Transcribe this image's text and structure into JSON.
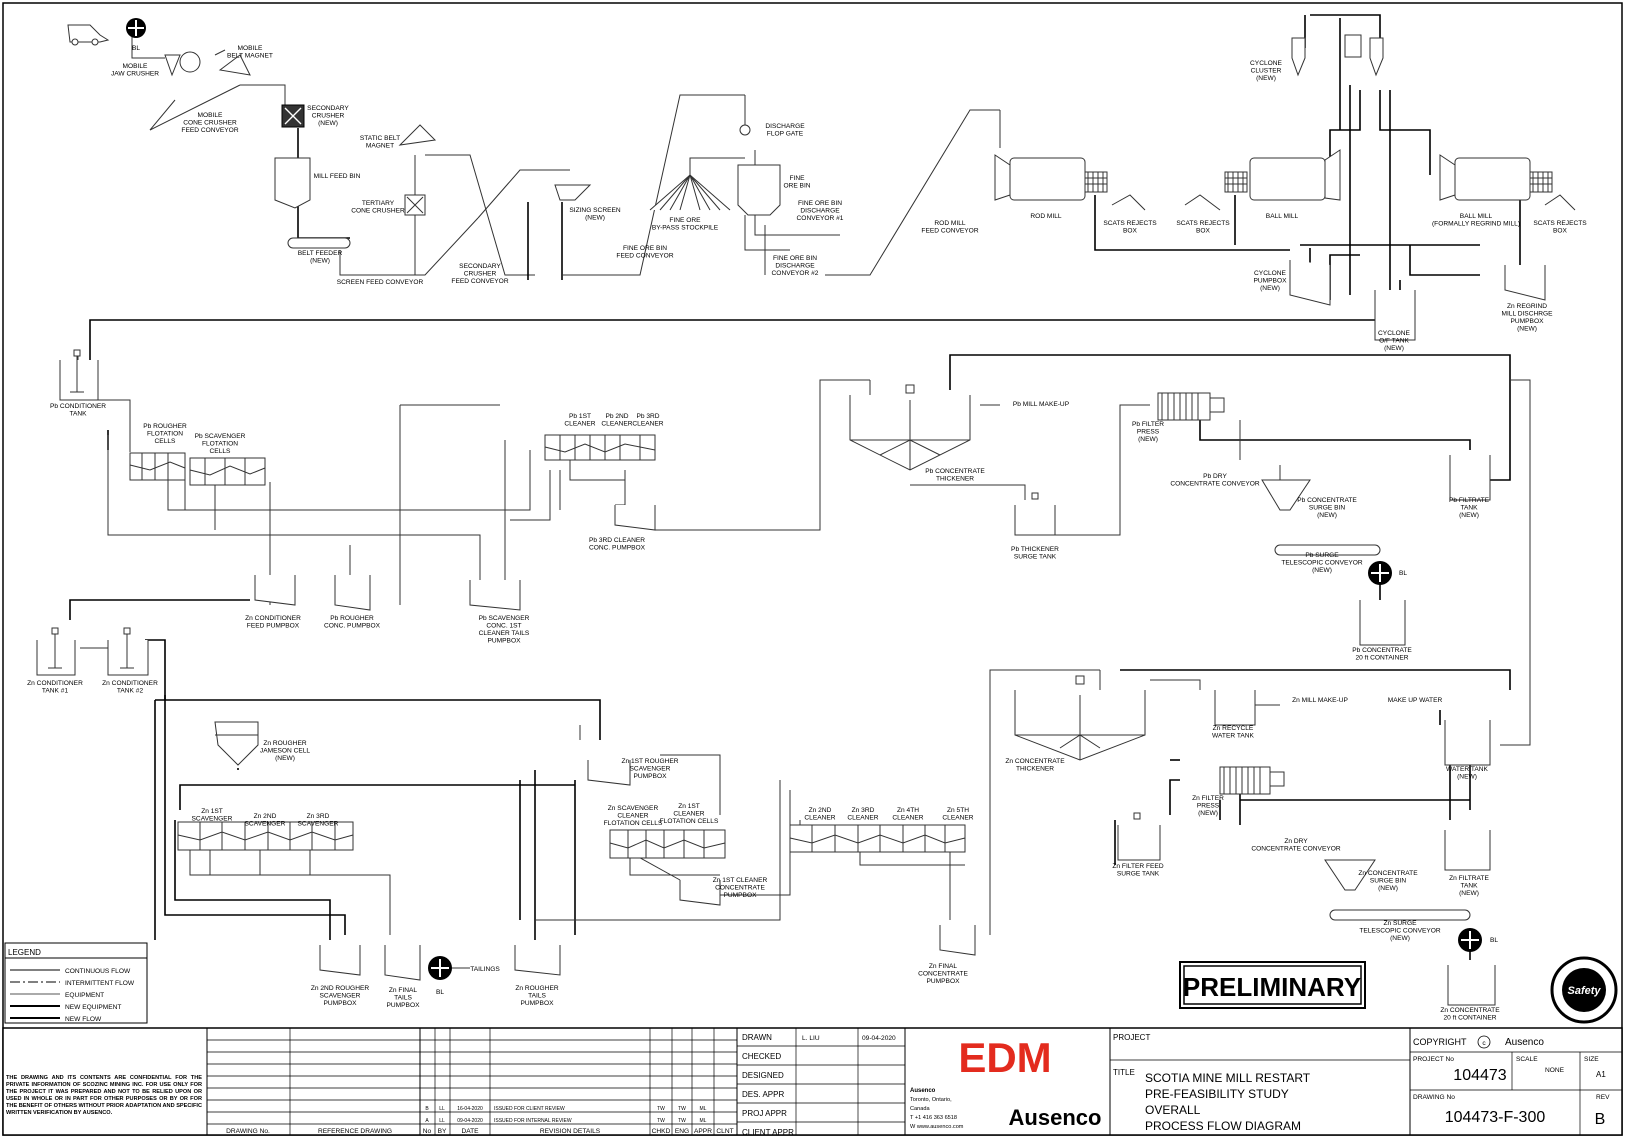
{
  "equipment_labels": [
    {
      "id": "bl1",
      "lines": [
        "BL"
      ]
    },
    {
      "id": "jaw",
      "lines": [
        "MOBILE",
        "JAW CRUSHER"
      ]
    },
    {
      "id": "mbm",
      "lines": [
        "MOBILE",
        "BELT MAGNET"
      ]
    },
    {
      "id": "mccf",
      "lines": [
        "MOBILE",
        "CONE CRUSHER",
        "FEED CONVEYOR"
      ]
    },
    {
      "id": "sec",
      "lines": [
        "SECONDARY",
        "CRUSHER",
        "(NEW)"
      ]
    },
    {
      "id": "sbm",
      "lines": [
        "STATIC BELT",
        "MAGNET"
      ]
    },
    {
      "id": "mfb",
      "lines": [
        "MILL FEED BIN"
      ]
    },
    {
      "id": "tcc",
      "lines": [
        "TERTIARY",
        "CONE CRUSHER"
      ]
    },
    {
      "id": "bf",
      "lines": [
        "BELT FEEDER",
        "(NEW)"
      ]
    },
    {
      "id": "sfc",
      "lines": [
        "SCREEN FEED CONVEYOR"
      ]
    },
    {
      "id": "scfc",
      "lines": [
        "SECONDARY",
        "CRUSHER",
        "FEED CONVEYOR"
      ]
    },
    {
      "id": "ss",
      "lines": [
        "SIZING SCREEN",
        "(NEW)"
      ]
    },
    {
      "id": "fobfc",
      "lines": [
        "FINE ORE BIN",
        "FEED CONVEYOR"
      ]
    },
    {
      "id": "dfg",
      "lines": [
        "DISCHARGE",
        "FLOP GATE"
      ]
    },
    {
      "id": "fobs",
      "lines": [
        "FINE ORE",
        "BY-PASS STOCKPILE"
      ]
    },
    {
      "id": "fob",
      "lines": [
        "FINE",
        "ORE BIN"
      ]
    },
    {
      "id": "fobdc1",
      "lines": [
        "FINE ORE BIN",
        "DISCHARGE",
        "CONVEYOR #1"
      ]
    },
    {
      "id": "fobdc2",
      "lines": [
        "FINE ORE BIN",
        "DISCHARGE",
        "CONVEYOR #2"
      ]
    },
    {
      "id": "rmfc",
      "lines": [
        "ROD MILL",
        "FEED CONVEYOR"
      ]
    },
    {
      "id": "rm",
      "lines": [
        "ROD MILL"
      ]
    },
    {
      "id": "srb1",
      "lines": [
        "SCATS REJECTS",
        "BOX"
      ]
    },
    {
      "id": "srb2",
      "lines": [
        "SCATS REJECTS",
        "BOX"
      ]
    },
    {
      "id": "bm",
      "lines": [
        "BALL MILL"
      ]
    },
    {
      "id": "bm2",
      "lines": [
        "BALL MILL",
        "(FORMALLY REGRIND MILL)"
      ]
    },
    {
      "id": "srb3",
      "lines": [
        "SCATS REJECTS",
        "BOX"
      ]
    },
    {
      "id": "cc",
      "lines": [
        "CYCLONE",
        "CLUSTER",
        "(NEW)"
      ]
    },
    {
      "id": "cpb",
      "lines": [
        "CYCLONE",
        "PUMPBOX",
        "(NEW)"
      ]
    },
    {
      "id": "cof",
      "lines": [
        "CYCLONE",
        "O/F TANK",
        "(NEW)"
      ]
    },
    {
      "id": "znrg",
      "lines": [
        "Zn REGRIND",
        "MILL DISCHRGE",
        "PUMPBOX",
        "(NEW)"
      ]
    },
    {
      "id": "pbct",
      "lines": [
        "Pb CONDITIONER",
        "TANK"
      ]
    },
    {
      "id": "pbrf",
      "lines": [
        "Pb ROUGHER",
        "FLOTATION",
        "CELLS"
      ]
    },
    {
      "id": "pbsf",
      "lines": [
        "Pb SCAVENGER",
        "FLOTATION",
        "CELLS"
      ]
    },
    {
      "id": "pbc1",
      "lines": [
        "Pb 1ST",
        "CLEANER"
      ]
    },
    {
      "id": "pbc2",
      "lines": [
        "Pb 2ND",
        "CLEANER"
      ]
    },
    {
      "id": "pbc3",
      "lines": [
        "Pb 3RD",
        "CLEANER"
      ]
    },
    {
      "id": "pbmm",
      "lines": [
        "Pb MILL MAKE-UP"
      ]
    },
    {
      "id": "pbth",
      "lines": [
        "Pb CONCENTRATE",
        "THICKENER"
      ]
    },
    {
      "id": "pbfp",
      "lines": [
        "Pb FILTER",
        "PRESS",
        "(NEW)"
      ]
    },
    {
      "id": "pbdc",
      "lines": [
        "Pb DRY",
        "CONCENTRATE CONVEYOR"
      ]
    },
    {
      "id": "pbsb",
      "lines": [
        "Pb CONCENTRATE",
        "SURGE BIN",
        "(NEW)"
      ]
    },
    {
      "id": "pbft",
      "lines": [
        "Pb FILTRATE",
        "TANK",
        "(NEW)"
      ]
    },
    {
      "id": "pb3cp",
      "lines": [
        "Pb 3RD CLEANER",
        "CONC. PUMPBOX"
      ]
    },
    {
      "id": "pbtst",
      "lines": [
        "Pb THICKENER",
        "SURGE TANK"
      ]
    },
    {
      "id": "pbstc",
      "lines": [
        "Pb SURGE",
        "TELESCOPIC CONVEYOR",
        "(NEW)"
      ]
    },
    {
      "id": "bl2",
      "lines": [
        "BL"
      ]
    },
    {
      "id": "pbcc",
      "lines": [
        "Pb CONCENTRATE",
        "20 ft CONTAINER"
      ]
    },
    {
      "id": "zncfp",
      "lines": [
        "Zn CONDITIONER",
        "FEED PUMPBOX"
      ]
    },
    {
      "id": "pbrcp",
      "lines": [
        "Pb ROUGHER",
        "CONC. PUMPBOX"
      ]
    },
    {
      "id": "pbsc",
      "lines": [
        "Pb SCAVENGER",
        "CONC. 1ST",
        "CLEANER TAILS",
        "PUMPBOX"
      ]
    },
    {
      "id": "znct1",
      "lines": [
        "Zn CONDITIONER",
        "TANK #1"
      ]
    },
    {
      "id": "znct2",
      "lines": [
        "Zn CONDITIONER",
        "TANK #2"
      ]
    },
    {
      "id": "znrj",
      "lines": [
        "Zn ROUGHER",
        "JAMESON CELL",
        "(NEW)"
      ]
    },
    {
      "id": "zn1rs",
      "lines": [
        "Zn 1ST ROUGHER",
        "SCAVENGER",
        "PUMPBOX"
      ]
    },
    {
      "id": "zn1s",
      "lines": [
        "Zn 1ST",
        "SCAVENGER"
      ]
    },
    {
      "id": "zn2s",
      "lines": [
        "Zn 2ND",
        "SCAVENGER"
      ]
    },
    {
      "id": "zn3s",
      "lines": [
        "Zn 3RD",
        "SCAVENGER"
      ]
    },
    {
      "id": "znscf",
      "lines": [
        "Zn SCAVENGER",
        "CLEANER",
        "FLOTATION CELLS"
      ]
    },
    {
      "id": "zn1cf",
      "lines": [
        "Zn 1ST",
        "CLEANER",
        "FLOTATION CELLS"
      ]
    },
    {
      "id": "zn2c",
      "lines": [
        "Zn 2ND",
        "CLEANER"
      ]
    },
    {
      "id": "zn3c",
      "lines": [
        "Zn 3RD",
        "CLEANER"
      ]
    },
    {
      "id": "zn4c",
      "lines": [
        "Zn 4TH",
        "CLEANER"
      ]
    },
    {
      "id": "zn5c",
      "lines": [
        "Zn 5TH",
        "CLEANER"
      ]
    },
    {
      "id": "zn1ccp",
      "lines": [
        "Zn 1ST CLEANER",
        "CONCENTRATE",
        "PUMPBOX"
      ]
    },
    {
      "id": "znfcp",
      "lines": [
        "Zn FINAL",
        "CONCENTRATE",
        "PUMPBOX"
      ]
    },
    {
      "id": "znth",
      "lines": [
        "Zn CONCENTRATE",
        "THICKENER"
      ]
    },
    {
      "id": "znrwt",
      "lines": [
        "Zn RECYCLE",
        "WATER TANK"
      ]
    },
    {
      "id": "znmm",
      "lines": [
        "Zn MILL MAKE-UP"
      ]
    },
    {
      "id": "muw",
      "lines": [
        "MAKE UP WATER"
      ]
    },
    {
      "id": "wt",
      "lines": [
        "WATER TANK",
        "(NEW)"
      ]
    },
    {
      "id": "znfp",
      "lines": [
        "Zn FILTER",
        "PRESS",
        "(NEW)"
      ]
    },
    {
      "id": "zndc",
      "lines": [
        "Zn DRY",
        "CONCENTRATE CONVEYOR"
      ]
    },
    {
      "id": "znffst",
      "lines": [
        "Zn FILTER FEED",
        "SURGE TANK"
      ]
    },
    {
      "id": "znsb",
      "lines": [
        "Zn CONCENTRATE",
        "SURGE BIN",
        "(NEW)"
      ]
    },
    {
      "id": "znft",
      "lines": [
        "Zn FILTRATE",
        "TANK",
        "(NEW)"
      ]
    },
    {
      "id": "znstc",
      "lines": [
        "Zn SURGE",
        "TELESCOPIC CONVEYOR",
        "(NEW)"
      ]
    },
    {
      "id": "bl3",
      "lines": [
        "BL"
      ]
    },
    {
      "id": "zncc",
      "lines": [
        "Zn CONCENTRATE",
        "20 ft CONTAINER"
      ]
    },
    {
      "id": "zn2rs",
      "lines": [
        "Zn 2ND ROUGHER",
        "SCAVENGER",
        "PUMPBOX"
      ]
    },
    {
      "id": "znftp",
      "lines": [
        "Zn FINAL",
        "TAILS",
        "PUMPBOX"
      ]
    },
    {
      "id": "bl4",
      "lines": [
        "BL"
      ]
    },
    {
      "id": "tails",
      "lines": [
        "TAILINGS"
      ]
    },
    {
      "id": "znrtp",
      "lines": [
        "Zn ROUGHER",
        "TAILS",
        "PUMPBOX"
      ]
    }
  ],
  "legend": {
    "title": "LEGEND",
    "items": [
      "CONTINUOUS FLOW",
      "INTERMITTENT FLOW",
      "EQUIPMENT",
      "NEW EQUIPMENT",
      "NEW FLOW"
    ]
  },
  "stamp": "PRELIMINARY",
  "title_block": {
    "disclaimer": "THE DRAWING AND ITS CONTENTS ARE CONFIDENTIAL FOR THE PRIVATE INFORMATION OF SCOZINC MINING INC. FOR USE ONLY FOR THE PROJECT IT WAS PREPARED AND NOT TO BE RELIED UPON OR USED IN WHOLE OR IN PART FOR OTHER PURPOSES OR BY OR FOR THE BENEFIT OF OTHERS WITHOUT PRIOR ADAPTATION AND SPECIFIC WRITTEN VERIFICATION BY AUSENCO.",
    "ref_headers": [
      "DRAWING No.",
      "REFERENCE DRAWING"
    ],
    "rev_headers": [
      "No",
      "BY",
      "DATE",
      "REVISION DETAILS",
      "CHKD",
      "ENG",
      "APPR",
      "CLNT"
    ],
    "revisions": [
      {
        "no": "B",
        "by": "LL",
        "date": "16-04-2020",
        "details": "ISSUED FOR CLIENT REVIEW",
        "chkd": "TW",
        "eng": "TW",
        "appr": "ML"
      },
      {
        "no": "A",
        "by": "LL",
        "date": "09-04-2020",
        "details": "ISSUED FOR INTERNAL REVIEW",
        "chkd": "TW",
        "eng": "TW",
        "appr": "ML"
      }
    ],
    "approvals": [
      {
        "label": "DRAWN",
        "name": "L. LIU",
        "date": "09-04-2020"
      },
      {
        "label": "CHECKED",
        "name": "",
        "date": ""
      },
      {
        "label": "DESIGNED",
        "name": "",
        "date": ""
      },
      {
        "label": "DES. APPR",
        "name": "",
        "date": ""
      },
      {
        "label": "PROJ APPR",
        "name": "",
        "date": ""
      },
      {
        "label": "CLIENT APPR",
        "name": "",
        "date": ""
      }
    ],
    "client_logo": "EDM",
    "company_logo": "Ausenco",
    "address": [
      "Ausenco",
      "Toronto, Ontario,",
      "Canada",
      "T +1 416 363 6518",
      "W www.ausenco.com"
    ],
    "project_label": "PROJECT",
    "title_label": "TITLE",
    "title_lines": [
      "SCOTIA MINE MILL RESTART",
      "PRE-FEASIBILITY STUDY",
      "OVERALL",
      "PROCESS FLOW DIAGRAM"
    ],
    "copyright_label": "COPYRIGHT",
    "copyright_symbol": "c",
    "copyright_owner": "Ausenco",
    "project_no_label": "PROJECT No",
    "project_no": "104473",
    "scale_label": "SCALE",
    "scale": "NONE",
    "size_label": "SIZE",
    "size": "A1",
    "drawing_no_label": "DRAWING No",
    "drawing_no": "104473-F-300",
    "rev_label": "REV",
    "rev": "B"
  },
  "safety_badge": "Safety"
}
